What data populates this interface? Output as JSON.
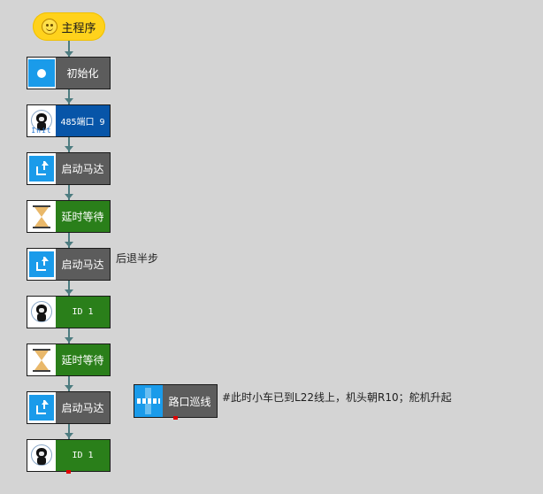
{
  "start": {
    "label": "主程序",
    "icon": "smiley-icon"
  },
  "blocks": [
    {
      "label": "初始化",
      "icon": "init-dot-icon",
      "color": "#5c5c5c"
    },
    {
      "label": "485端口 9",
      "icon": "robot-bear-icon",
      "color": "#0755a8",
      "icon_text": "Init"
    },
    {
      "label": "启动马达",
      "icon": "motor-arrow-icon",
      "color": "#5c5c5c"
    },
    {
      "label": "延时等待",
      "icon": "hourglass-icon",
      "color": "#2a7f1a"
    },
    {
      "label": "启动马达",
      "icon": "motor-arrow-icon",
      "color": "#5c5c5c"
    },
    {
      "label": "ID 1",
      "icon": "robot-bear-icon",
      "color": "#2a7f1a"
    },
    {
      "label": "延时等待",
      "icon": "hourglass-icon",
      "color": "#2a7f1a"
    },
    {
      "label": "启动马达",
      "icon": "motor-arrow-icon",
      "color": "#5c5c5c"
    },
    {
      "label": "ID 1",
      "icon": "robot-bear-icon",
      "color": "#2a7f1a"
    }
  ],
  "comments": {
    "back_half_step": "后退半步",
    "note": "#此时小车已到L22线上，机头朝R10；舵机升起"
  },
  "side_block": {
    "label": "路口巡线",
    "icon": "line-patrol-icon"
  },
  "colors": {
    "canvas": "#d4d4d4",
    "connector": "#4d7c80",
    "blue_icon": "#1a9bea"
  }
}
